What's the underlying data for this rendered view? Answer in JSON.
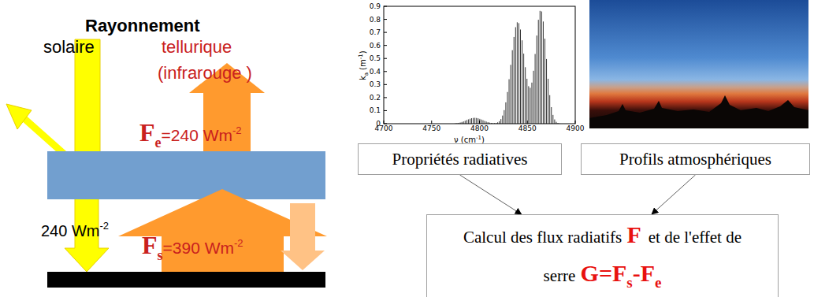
{
  "diagram": {
    "nodes": [
      {
        "text": [
          "Propriétés radiatives"
        ]
      },
      {
        "text": [
          "Profils atmosphériques"
        ]
      },
      {
        "text": [
          "Calcul des flux radiatifs",
          "F",
          "et de l'effet de serre",
          "G=F",
          "s",
          "-F",
          "e"
        ]
      }
    ],
    "edges": [
      {
        "from": 0,
        "to": 2,
        "arrow": "to"
      },
      {
        "from": 1,
        "to": 2,
        "arrow": "to"
      }
    ],
    "labels": [
      "Rayonnement",
      "solaire",
      "tellurique",
      "(infrarouge )",
      "F",
      "e",
      "=240 Wm",
      "-2",
      "240 Wm",
      "-2",
      "F",
      "s",
      "=390 Wm",
      "-2",
      "0.9",
      "0.8",
      "0.7",
      "0.6",
      "0.5",
      "0.4",
      "0.3",
      "0.2",
      "0.1",
      "0",
      "4700",
      "4750",
      "4800",
      "4850",
      "4900",
      "k",
      "a",
      "(m",
      "-1",
      ")",
      "ν (cm",
      "-1",
      ")"
    ]
  }
}
